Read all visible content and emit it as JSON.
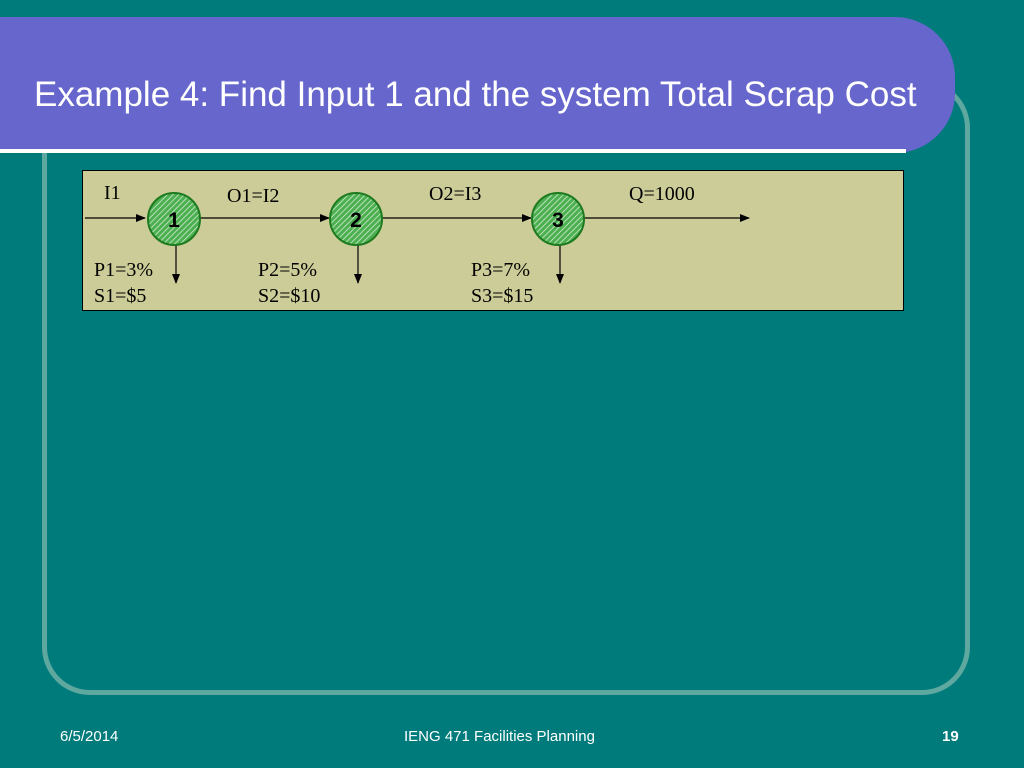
{
  "slide": {
    "title": "Example 4:  Find Input 1 and the system Total Scrap Cost"
  },
  "diagram": {
    "input_label": "I1",
    "links": [
      {
        "label": "O1=I2"
      },
      {
        "label": "O2=I3"
      },
      {
        "label": "Q=1000"
      }
    ],
    "stations": [
      {
        "id": "1",
        "p": "P1=3%",
        "s": "S1=$5"
      },
      {
        "id": "2",
        "p": "P2=5%",
        "s": "S2=$10"
      },
      {
        "id": "3",
        "p": "P3=7%",
        "s": "S3=$15"
      }
    ],
    "colors": {
      "node_fill": "#4CAF50",
      "node_hatch": "#D8F0D8",
      "panel": "#CCCC99"
    }
  },
  "footer": {
    "date": "6/5/2014",
    "course": "IENG 471 Facilities Planning",
    "page": "19"
  }
}
